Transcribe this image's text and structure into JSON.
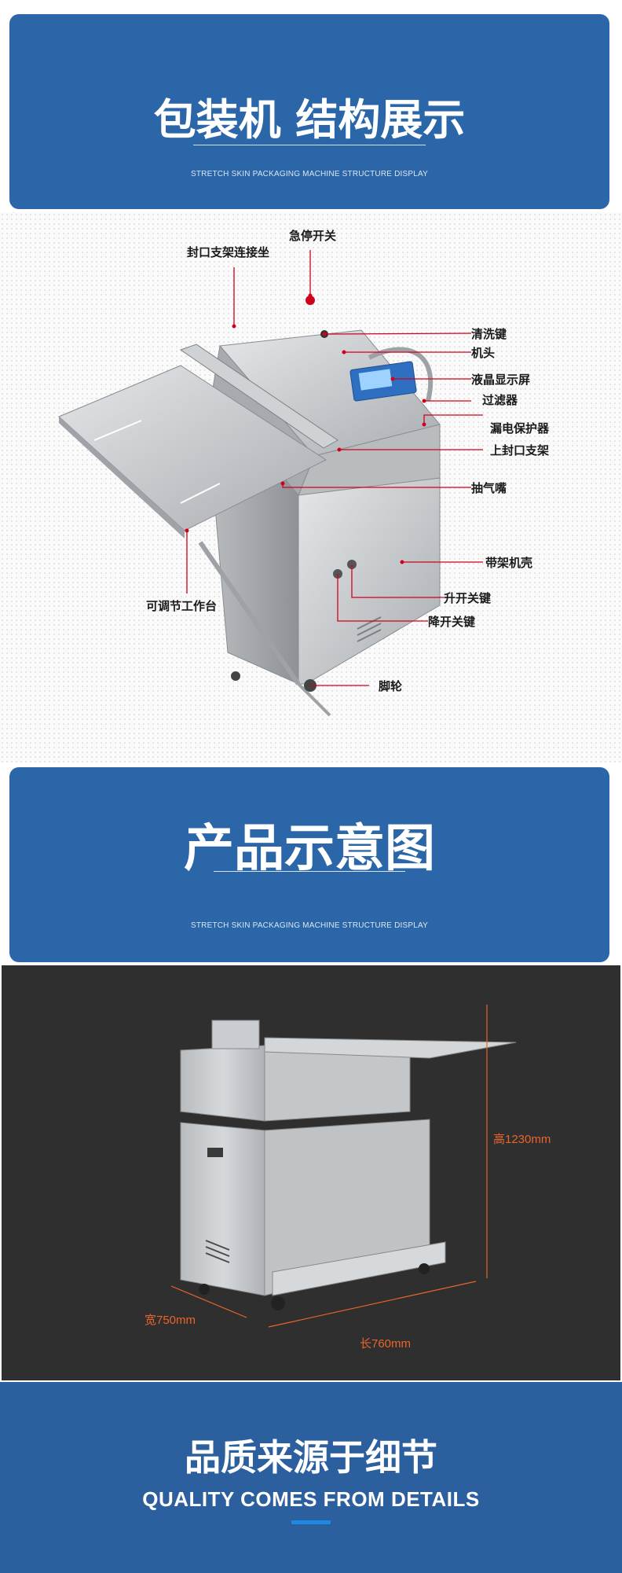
{
  "banner_structure": {
    "title": "包装机 结构展示",
    "subtitle": "STRETCH SKIN PACKAGING MACHINE STRUCTURE DISPLAY"
  },
  "structure_labels": [
    "急停开关",
    "封口支架连接坐",
    "清洗键",
    "机头",
    "液晶显示屏",
    "过滤器",
    "漏电保护器",
    "上封口支架",
    "抽气嘴",
    "带架机壳",
    "升开关键",
    "降开关键",
    "可调节工作台",
    "脚轮"
  ],
  "banner_diagram": {
    "title": "产品示意图",
    "subtitle": "STRETCH SKIN PACKAGING MACHINE STRUCTURE DISPLAY"
  },
  "dimensions": {
    "height": "高1230mm",
    "width": "宽750mm",
    "length": "长760mm"
  },
  "quality": {
    "title": "品质来源于细节",
    "subtitle": "QUALITY COMES FROM DETAILS"
  },
  "colors": {
    "banner_blue": "#2a66a8",
    "quality_blue": "#2b5f9d",
    "dimension_orange": "#e8642c",
    "leader_red": "#d0021b"
  }
}
